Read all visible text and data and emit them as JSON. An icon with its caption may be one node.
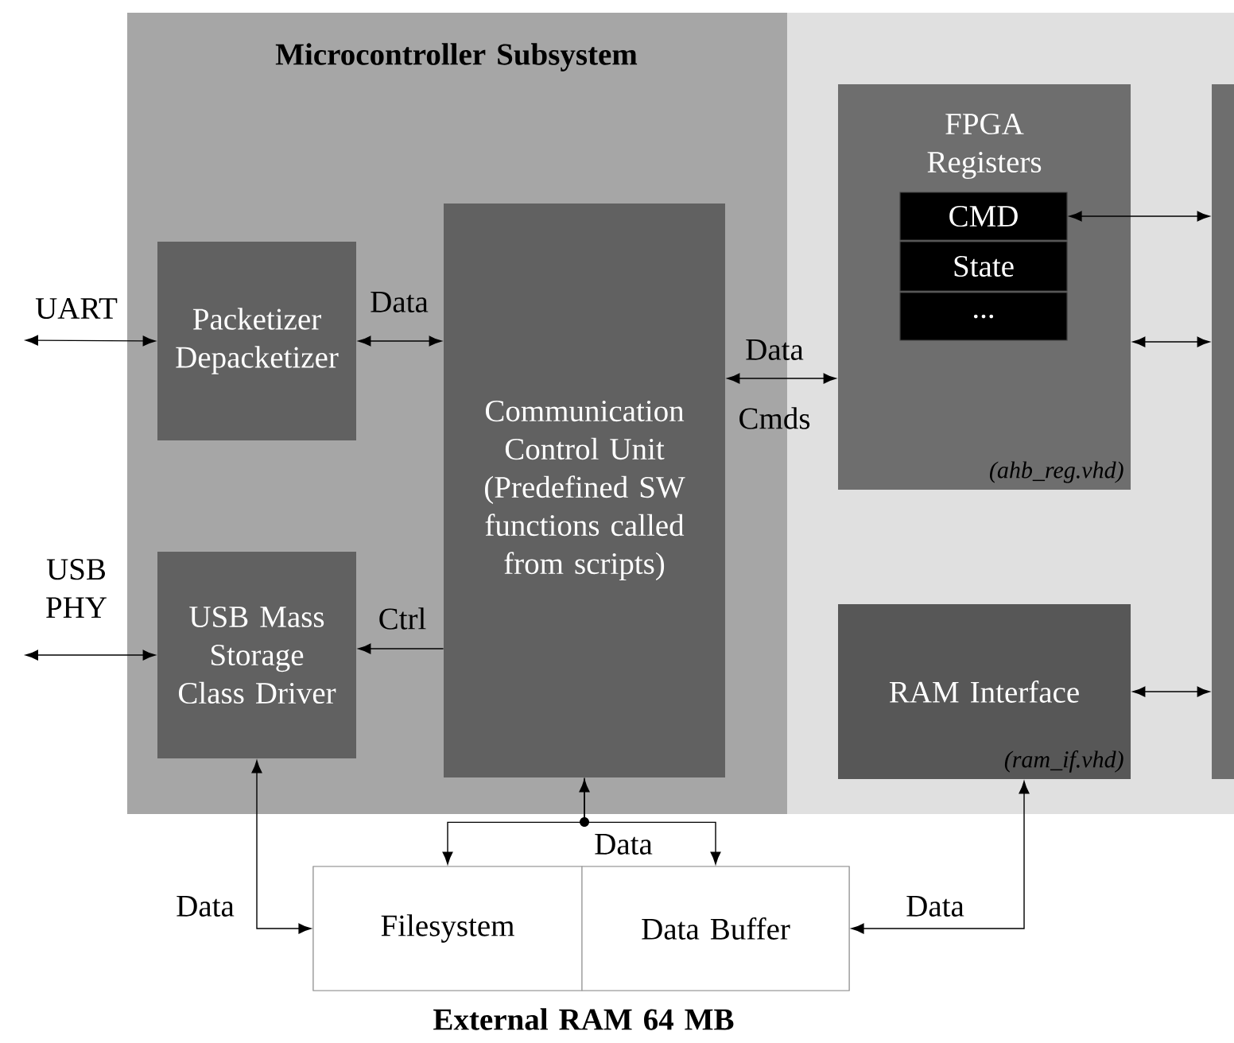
{
  "diagram": {
    "nodes": [
      {
        "text": [
          "Microcontroller Subsystem"
        ]
      },
      {
        "text": [],
        "shape": "box"
      },
      {
        "text": [
          "Packetizer Depacketizer"
        ],
        "in": 0
      },
      {
        "text": [
          "Communication Control Unit (Predefined SW functions called from scripts)"
        ],
        "in": 0
      },
      {
        "text": [
          "USB Mass Storage Class Driver"
        ],
        "in": 0
      },
      {
        "text": [
          "FPGA Registers",
          "(ahb_reg.vhd)"
        ],
        "in": 1
      },
      {
        "text": [
          "CMD"
        ],
        "in": 5
      },
      {
        "text": [
          "State"
        ],
        "in": 5
      },
      {
        "text": [
          "..."
        ],
        "in": 5
      },
      {
        "text": [
          "RAM Interface",
          "(ram_if.vhd)"
        ],
        "in": 1
      },
      {
        "text": [],
        "shape": "box",
        "in": 1
      },
      {
        "text": [
          "External RAM 64 MB"
        ]
      },
      {
        "text": [
          "Filesystem"
        ],
        "in": 11
      },
      {
        "text": [
          "Data Buffer"
        ],
        "in": 11
      }
    ],
    "edges": [
      {
        "from": null,
        "to": 2,
        "arrow": "both",
        "label": "UART"
      },
      {
        "from": 2,
        "to": 3,
        "arrow": "both",
        "label": "Data"
      },
      {
        "from": 3,
        "to": 5,
        "arrow": "both",
        "label": "Data"
      },
      {
        "from": null,
        "to": 4,
        "arrow": "both",
        "label": "USB PHY"
      },
      {
        "from": 3,
        "to": 4,
        "arrow": "to",
        "label": "Ctrl"
      },
      {
        "from": 6,
        "to": 10,
        "arrow": "both"
      },
      {
        "from": 5,
        "to": 10,
        "arrow": "both"
      },
      {
        "from": 9,
        "to": 10,
        "arrow": "both"
      },
      {
        "from": 4,
        "to": 12,
        "arrow": "both",
        "label": "Data"
      },
      {
        "from": 3,
        "to": 12,
        "arrow": "both"
      },
      {
        "from": 3,
        "to": 13,
        "arrow": "to",
        "label": "Data"
      },
      {
        "from": 9,
        "to": 13,
        "arrow": "both",
        "label": "Data"
      }
    ],
    "labels": [
      "Cmds"
    ]
  }
}
